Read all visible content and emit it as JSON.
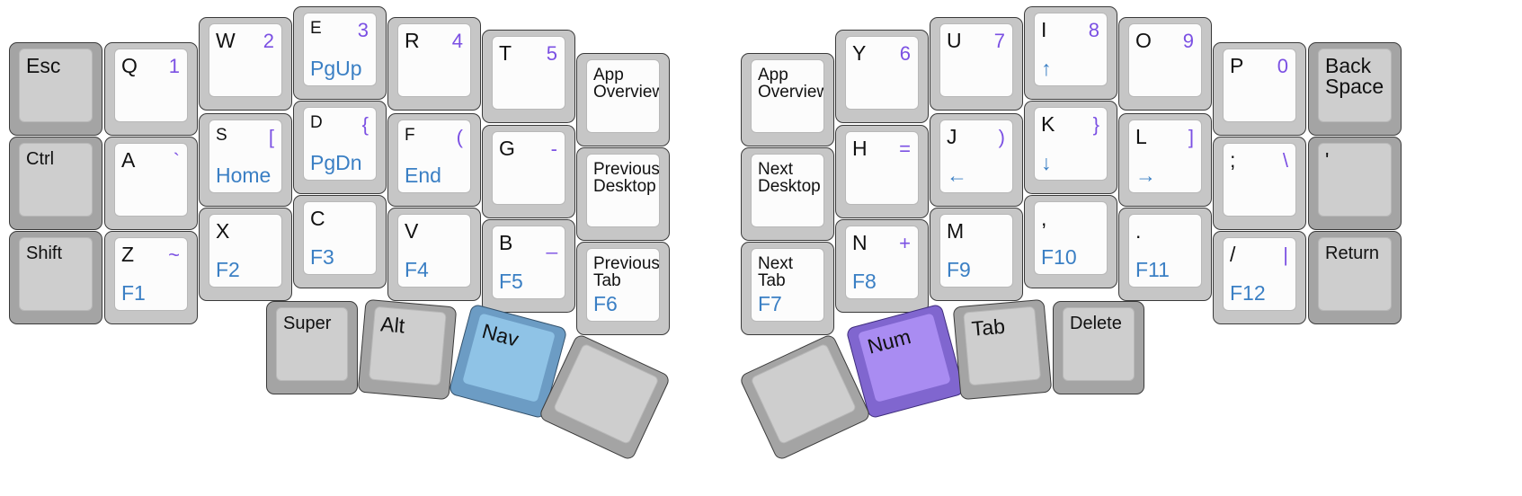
{
  "diagram": {
    "keys": [
      {
        "id": "esc",
        "style": "mod",
        "legend": "Esc"
      },
      {
        "id": "q",
        "style": "alpha",
        "legend": "Q",
        "shifted": "1"
      },
      {
        "id": "w",
        "style": "alpha",
        "legend": "W",
        "shifted": "2"
      },
      {
        "id": "e",
        "style": "alpha",
        "legend": "E",
        "shifted": "3",
        "layer": "PgUp"
      },
      {
        "id": "r",
        "style": "alpha",
        "legend": "R",
        "shifted": "4"
      },
      {
        "id": "t",
        "style": "alpha",
        "legend": "T",
        "shifted": "5"
      },
      {
        "id": "app-overview-left",
        "style": "alpha",
        "legend": "App\nOverview"
      },
      {
        "id": "ctrl",
        "style": "mod",
        "legend": "Ctrl"
      },
      {
        "id": "a",
        "style": "alpha",
        "legend": "A",
        "shifted": "`"
      },
      {
        "id": "s",
        "style": "alpha",
        "legend": "S",
        "shifted": "[",
        "layer": "Home"
      },
      {
        "id": "d",
        "style": "alpha",
        "legend": "D",
        "shifted": "{",
        "layer": "PgDn"
      },
      {
        "id": "f",
        "style": "alpha",
        "legend": "F",
        "shifted": "(",
        "layer": "End"
      },
      {
        "id": "g",
        "style": "alpha",
        "legend": "G",
        "shifted": "-"
      },
      {
        "id": "previous-desktop",
        "style": "alpha",
        "legend": "Previous\nDesktop"
      },
      {
        "id": "shift",
        "style": "mod",
        "legend": "Shift"
      },
      {
        "id": "z",
        "style": "alpha",
        "legend": "Z",
        "shifted": "~",
        "layer": "F1"
      },
      {
        "id": "x",
        "style": "alpha",
        "legend": "X",
        "layer": "F2"
      },
      {
        "id": "c",
        "style": "alpha",
        "legend": "C",
        "layer": "F3"
      },
      {
        "id": "v",
        "style": "alpha",
        "legend": "V",
        "layer": "F4"
      },
      {
        "id": "b",
        "style": "alpha",
        "legend": "B",
        "shifted": "_",
        "layer": "F5"
      },
      {
        "id": "previous-tab",
        "style": "alpha",
        "legend": "Previous\nTab",
        "layer": "F6"
      },
      {
        "id": "super",
        "style": "thumb",
        "legend": "Super"
      },
      {
        "id": "alt",
        "style": "thumb",
        "legend": "Alt"
      },
      {
        "id": "nav",
        "style": "nav",
        "legend": "Nav"
      },
      {
        "id": "left-thumb-blank",
        "style": "thumb",
        "legend": ""
      },
      {
        "id": "app-overview-right",
        "style": "alpha",
        "legend": "App\nOverview"
      },
      {
        "id": "y",
        "style": "alpha",
        "legend": "Y",
        "shifted": "6"
      },
      {
        "id": "u",
        "style": "alpha",
        "legend": "U",
        "shifted": "7"
      },
      {
        "id": "i",
        "style": "alpha",
        "legend": "I",
        "shifted": "8",
        "layer": "↑"
      },
      {
        "id": "o",
        "style": "alpha",
        "legend": "O",
        "shifted": "9"
      },
      {
        "id": "p",
        "style": "alpha",
        "legend": "P",
        "shifted": "0"
      },
      {
        "id": "backspace",
        "style": "mod",
        "legend": "Back\nSpace"
      },
      {
        "id": "next-desktop",
        "style": "alpha",
        "legend": "Next\nDesktop"
      },
      {
        "id": "h",
        "style": "alpha",
        "legend": "H",
        "shifted": "="
      },
      {
        "id": "j",
        "style": "alpha",
        "legend": "J",
        "shifted": ")",
        "layer": "←"
      },
      {
        "id": "k",
        "style": "alpha",
        "legend": "K",
        "shifted": "}",
        "layer": "↓"
      },
      {
        "id": "l",
        "style": "alpha",
        "legend": "L",
        "shifted": "]",
        "layer": "→"
      },
      {
        "id": "semicolon",
        "style": "alpha",
        "legend": ";",
        "shifted": "\\"
      },
      {
        "id": "quote",
        "style": "mod",
        "legend": "'"
      },
      {
        "id": "next-tab",
        "style": "alpha",
        "legend": "Next\nTab",
        "layer": "F7"
      },
      {
        "id": "n",
        "style": "alpha",
        "legend": "N",
        "shifted": "+",
        "layer": "F8"
      },
      {
        "id": "m",
        "style": "alpha",
        "legend": "M",
        "layer": "F9"
      },
      {
        "id": "comma",
        "style": "alpha",
        "legend": ",",
        "layer": "F10"
      },
      {
        "id": "period",
        "style": "alpha",
        "legend": ".",
        "layer": "F11"
      },
      {
        "id": "slash",
        "style": "alpha",
        "legend": "/",
        "shifted": "|",
        "layer": "F12"
      },
      {
        "id": "return",
        "style": "mod",
        "legend": "Return"
      },
      {
        "id": "num",
        "style": "num",
        "legend": "Num"
      },
      {
        "id": "tab",
        "style": "thumb",
        "legend": "Tab"
      },
      {
        "id": "delete",
        "style": "thumb",
        "legend": "Delete"
      },
      {
        "id": "right-thumb-blank",
        "style": "thumb",
        "legend": ""
      }
    ]
  }
}
